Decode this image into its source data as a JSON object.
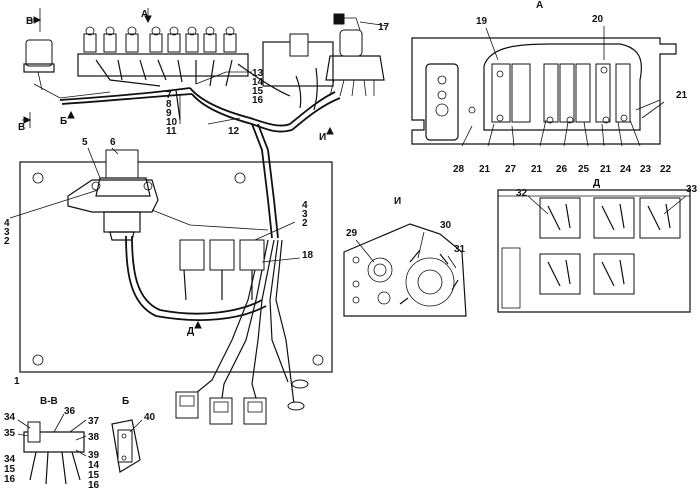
{
  "views": {
    "A": "А",
    "V": "В",
    "VV": "В-В",
    "B": "Б",
    "I": "И",
    "D": "Д"
  },
  "callouts": {
    "n1": "1",
    "n2": "2",
    "n3": "3",
    "n4": "4",
    "n5": "5",
    "n6": "6",
    "n7": "7",
    "n8": "8",
    "n9": "9",
    "n10": "10",
    "n11": "11",
    "n12": "12",
    "n13": "13",
    "n14": "14",
    "n15": "15",
    "n16": "16",
    "n17": "17",
    "n18": "18",
    "n19": "19",
    "n20": "20",
    "n21": "21",
    "n22": "22",
    "n23": "23",
    "n24": "24",
    "n25": "25",
    "n26": "26",
    "n27": "27",
    "n28": "28",
    "n29": "29",
    "n30": "30",
    "n31": "31",
    "n32": "32",
    "n33": "33",
    "n34": "34",
    "n35": "35",
    "n36": "36",
    "n37": "37",
    "n38": "38",
    "n39": "39",
    "n40": "40"
  }
}
